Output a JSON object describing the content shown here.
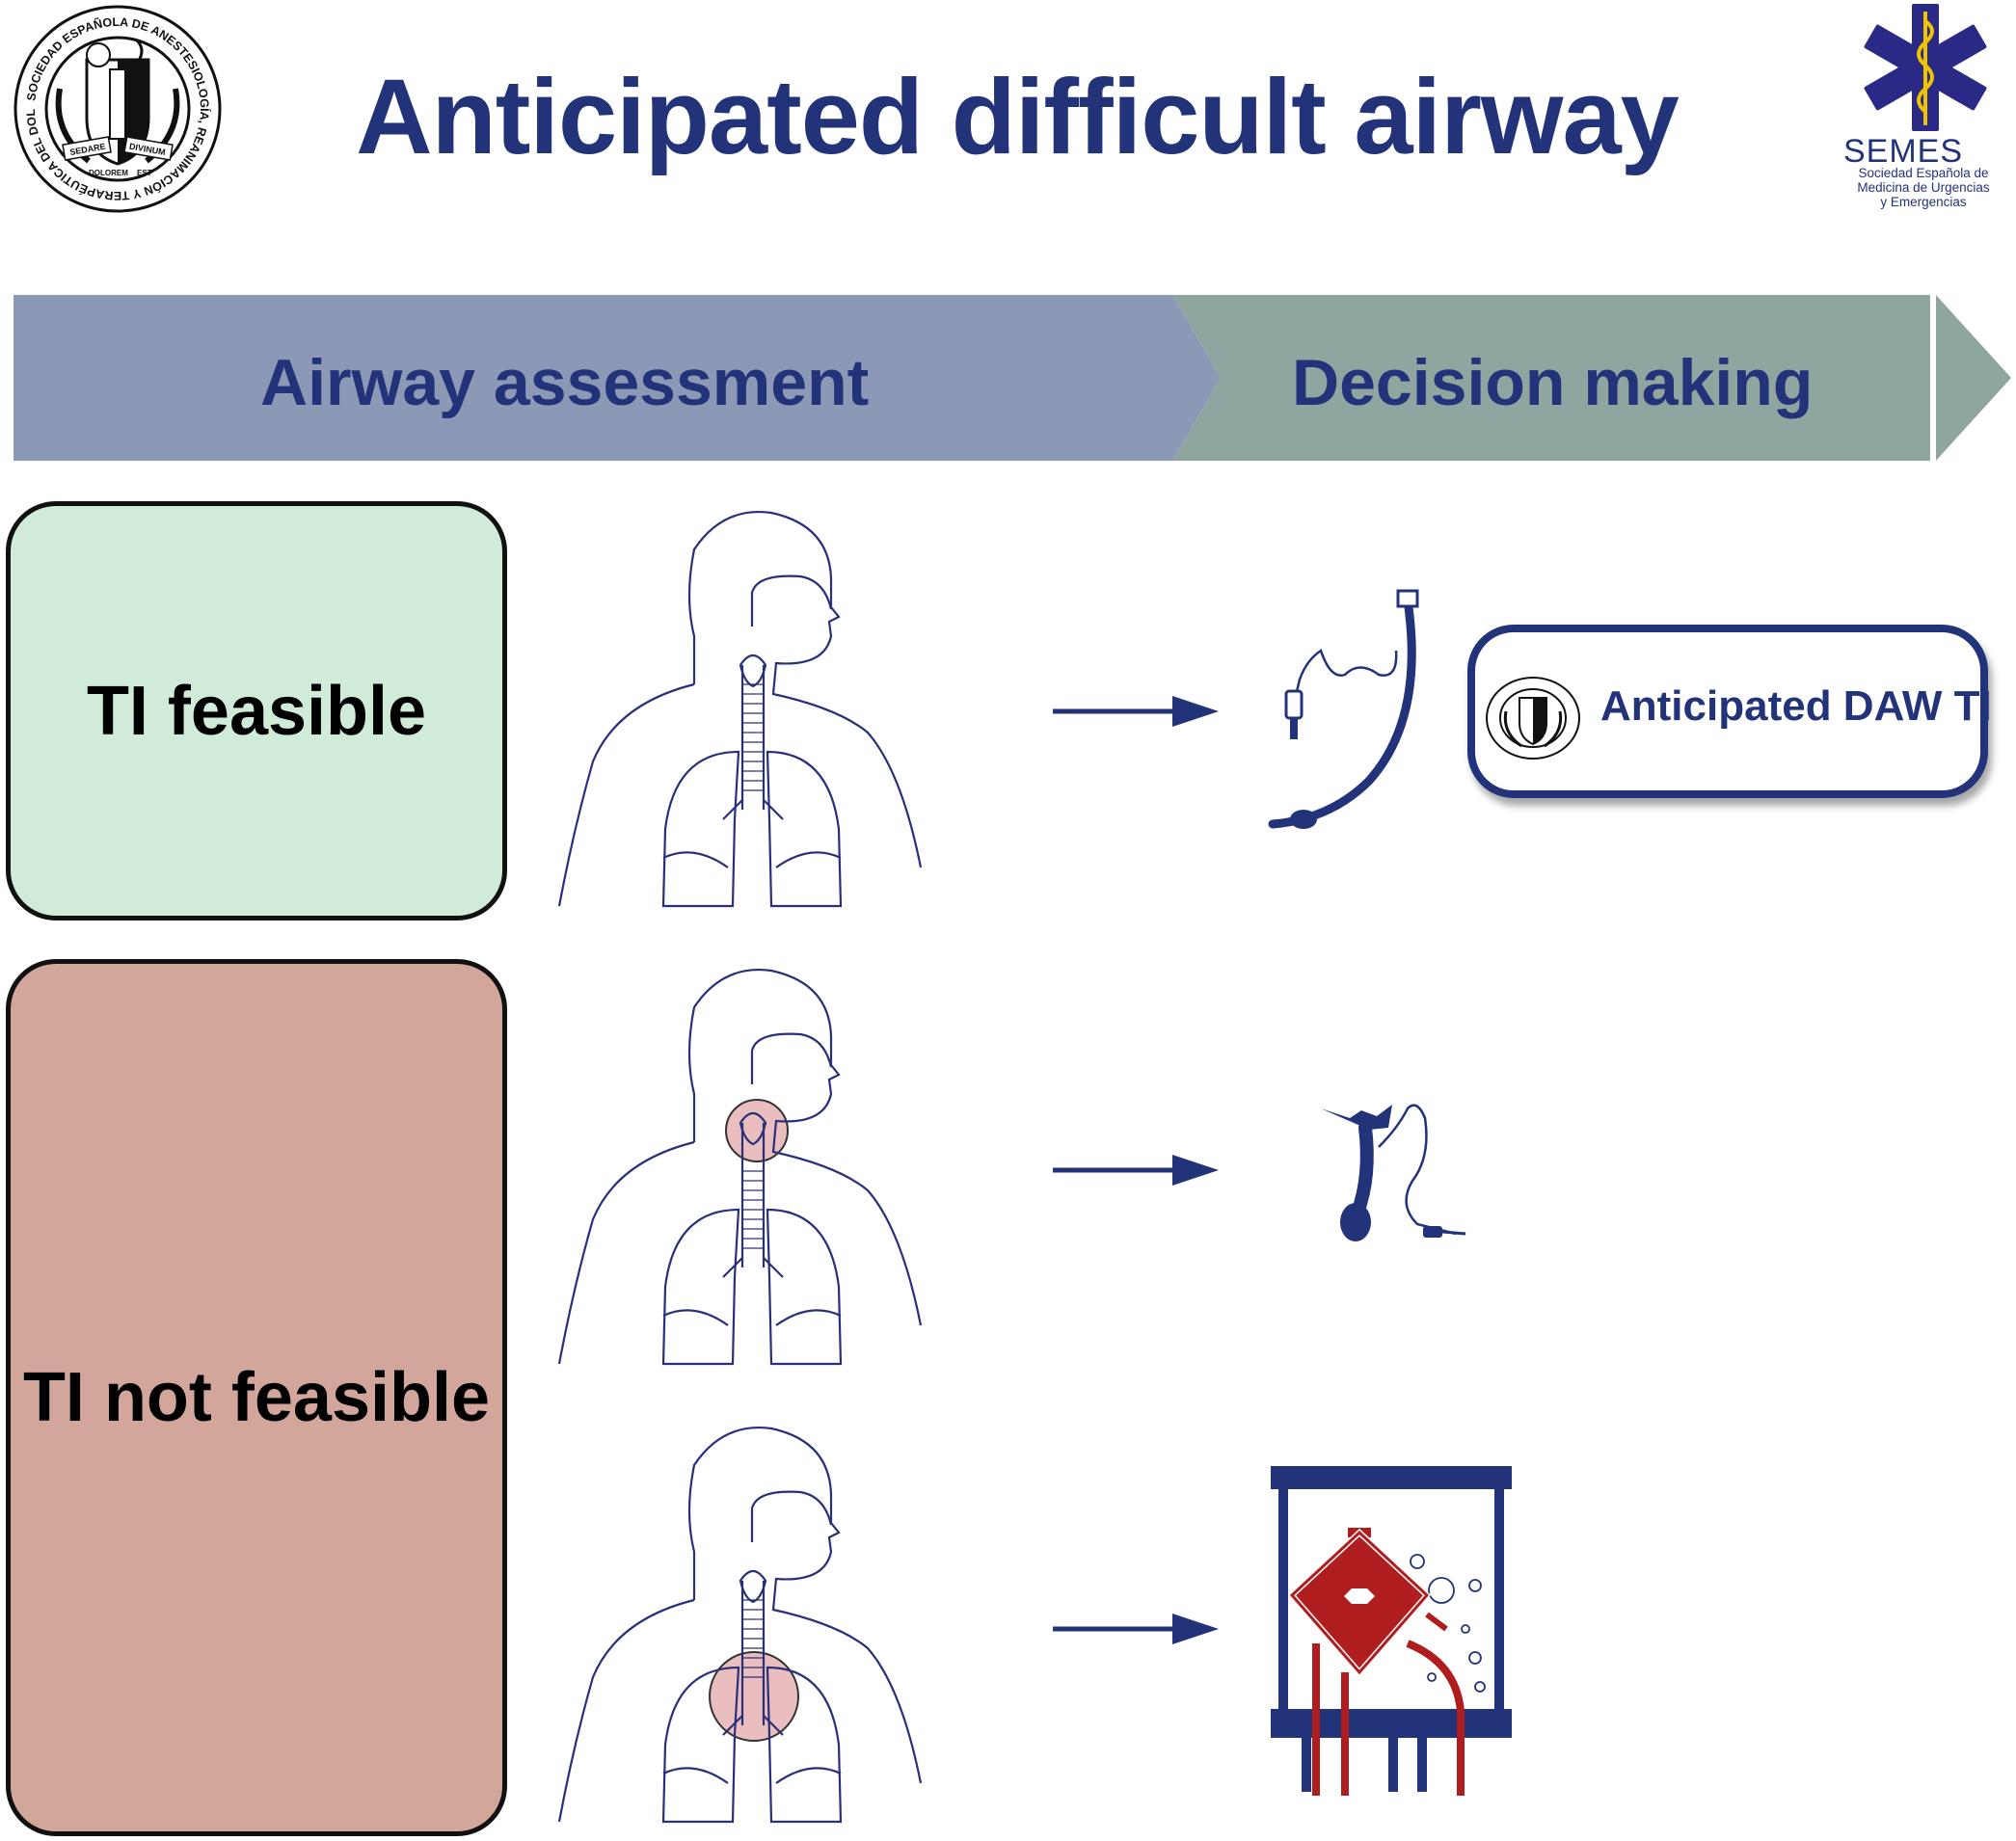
{
  "title": "Anticipated difficult airway",
  "banner": {
    "stage1": "Airway assessment",
    "stage2": "Decision making"
  },
  "boxes": {
    "feasible": "TI feasible",
    "not_feasible": "TI not feasible"
  },
  "outcome_label": "Anticipated DAW TI",
  "semes_logo": {
    "name": "SEMES",
    "line1": "Sociedad Española de",
    "line2": "Medicina de Urgencias",
    "line3": "y Emergencias"
  },
  "seal_logo": {
    "ring_text": "SOCIEDAD ESPAÑOLA DE ANESTESIOLOGÍA, REANIMACIÓN Y TERAPÉUTICA DEL DOLOR",
    "motto_left": "SEDARE",
    "motto_right": "DIVINUM",
    "motto_bottom_left": "DOLOREM",
    "motto_bottom_right": "EST",
    "icon": "sedar-seal-icon"
  },
  "icons": {
    "row1_figure": "anatomy-figure-icon",
    "row2_figure": "anatomy-figure-upper-airway-icon",
    "row3_figure": "anatomy-figure-lower-airway-icon",
    "row1_device": "endotracheal-tube-icon",
    "row2_device": "tracheostomy-tube-icon",
    "row3_device": "ecmo-oxygenator-icon",
    "arrow": "arrow-right-icon"
  },
  "colors": {
    "navy": "#23337a",
    "banner_stage1": "#8b98b6",
    "banner_stage2": "#8fa6a0",
    "feasible_fill": "#d0ecd8",
    "not_feasible_fill": "#d3a69c",
    "highlight": "#d9868a",
    "device_red": "#b01d1f"
  }
}
